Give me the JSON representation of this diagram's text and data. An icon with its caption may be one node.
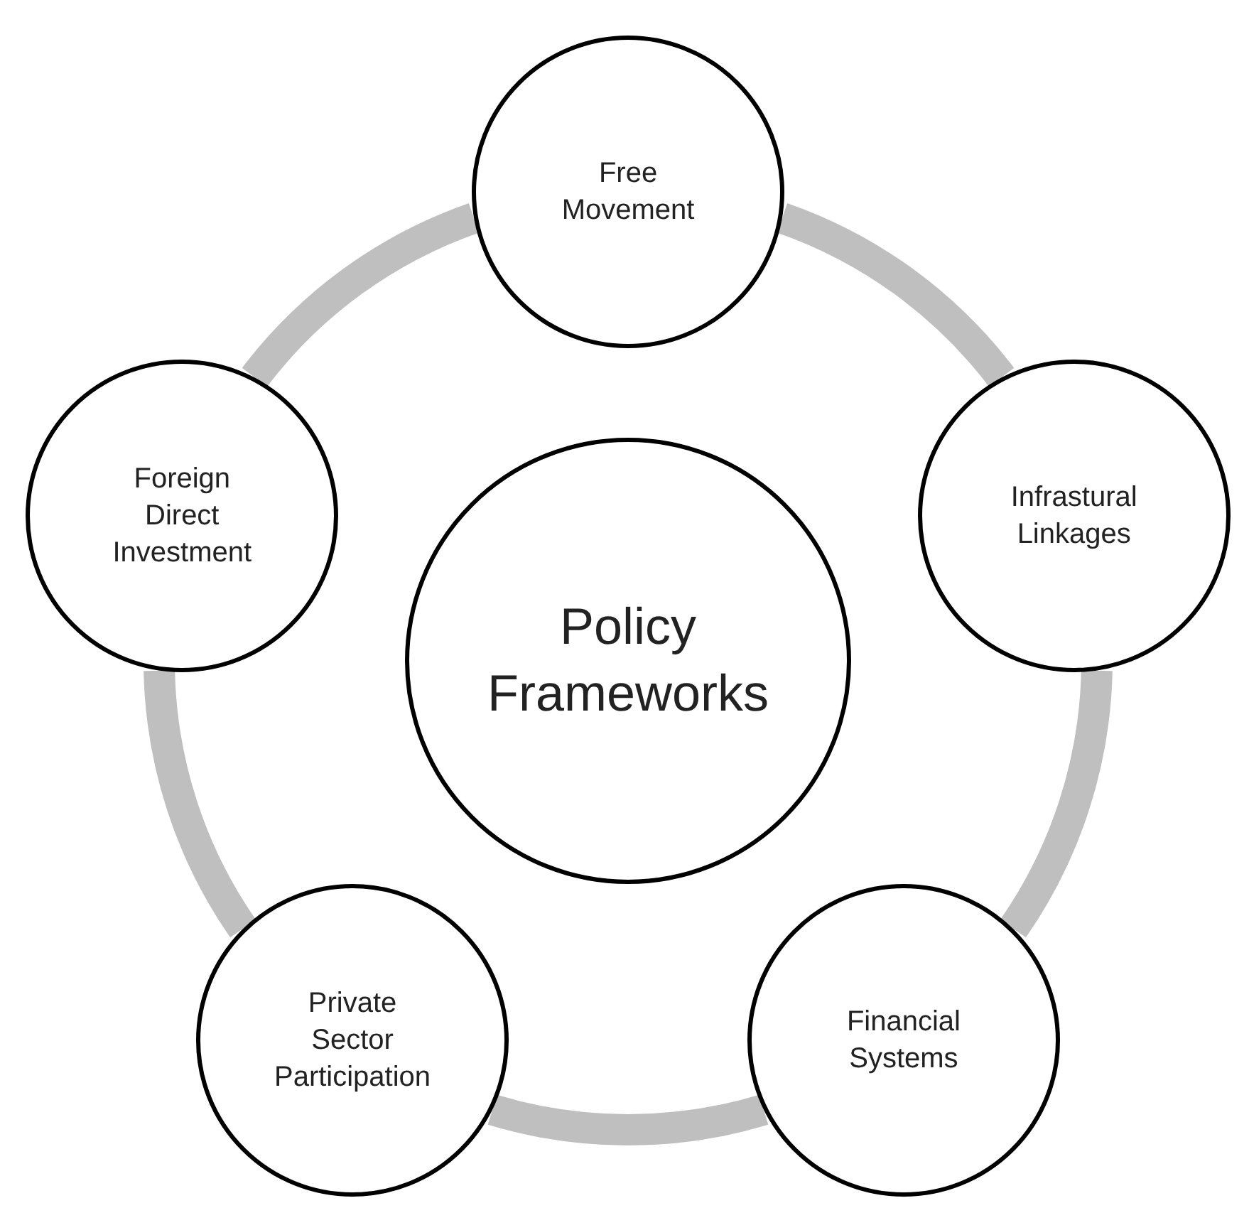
{
  "diagram": {
    "nodes": [
      {
        "text": [
          "Policy Frameworks"
        ]
      },
      {
        "text": [
          "Free Movement"
        ]
      },
      {
        "text": [
          "Infrastural Linkages"
        ]
      },
      {
        "text": [
          "Financial Systems"
        ]
      },
      {
        "text": [
          "Private Sector Participation"
        ]
      },
      {
        "text": [
          "Foreign Direct Investment"
        ]
      }
    ],
    "edges": [
      {
        "from": 1,
        "to": 2,
        "arrow": "none"
      },
      {
        "from": 2,
        "to": 3,
        "arrow": "none"
      },
      {
        "from": 3,
        "to": 4,
        "arrow": "none"
      },
      {
        "from": 4,
        "to": 5,
        "arrow": "none"
      },
      {
        "from": 5,
        "to": 1,
        "arrow": "none"
      }
    ]
  }
}
